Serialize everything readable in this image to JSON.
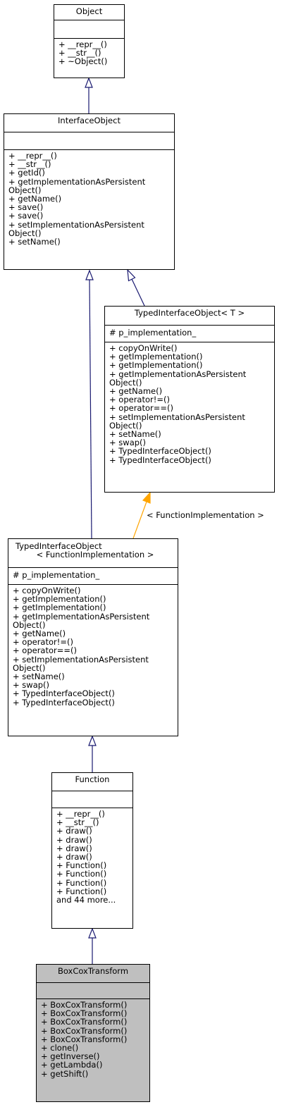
{
  "nodes": {
    "object": {
      "title": "Object",
      "attributes": [],
      "methods": [
        "+ __repr__()",
        "+ __str__()",
        "+ ~Object()"
      ]
    },
    "interface_object": {
      "title": "InterfaceObject",
      "attributes": [],
      "methods": [
        "+ __repr__()",
        "+ __str__()",
        "+ getId()",
        "+ getImplementationAsPersistent",
        "Object()",
        "+ getName()",
        "+ save()",
        "+ save()",
        "+ setImplementationAsPersistent",
        "Object()",
        "+ setName()"
      ]
    },
    "typed_interface_object_t": {
      "title": "TypedInterfaceObject< T >",
      "attributes": [
        "# p_implementation_"
      ],
      "methods": [
        "+ copyOnWrite()",
        "+ getImplementation()",
        "+ getImplementation()",
        "+ getImplementationAsPersistent",
        "Object()",
        "+ getName()",
        "+ operator!=()",
        "+ operator==()",
        "+ setImplementationAsPersistent",
        "Object()",
        "+ setName()",
        "+ swap()",
        "+ TypedInterfaceObject()",
        "+ TypedInterfaceObject()"
      ]
    },
    "typed_interface_object_fi": {
      "title_line1": "TypedInterfaceObject",
      "title_line2": "< FunctionImplementation >",
      "attributes": [
        "# p_implementation_"
      ],
      "methods": [
        "+ copyOnWrite()",
        "+ getImplementation()",
        "+ getImplementation()",
        "+ getImplementationAsPersistent",
        "Object()",
        "+ getName()",
        "+ operator!=()",
        "+ operator==()",
        "+ setImplementationAsPersistent",
        "Object()",
        "+ setName()",
        "+ swap()",
        "+ TypedInterfaceObject()",
        "+ TypedInterfaceObject()"
      ]
    },
    "function": {
      "title": "Function",
      "attributes": [],
      "methods": [
        "+ __repr__()",
        "+ __str__()",
        "+ draw()",
        "+ draw()",
        "+ draw()",
        "+ draw()",
        "+ Function()",
        "+ Function()",
        "+ Function()",
        "+ Function()",
        "and 44 more..."
      ]
    },
    "box_cox_transform": {
      "title": "BoxCoxTransform",
      "attributes": [],
      "methods": [
        "+ BoxCoxTransform()",
        "+ BoxCoxTransform()",
        "+ BoxCoxTransform()",
        "+ BoxCoxTransform()",
        "+ BoxCoxTransform()",
        "+ clone()",
        "+ getInverse()",
        "+ getLambda()",
        "+ getShift()"
      ]
    }
  },
  "edge_labels": {
    "template_arg": "< FunctionImplementation >"
  },
  "colors": {
    "inheritance_edge": "#191970",
    "template_edge": "#ffa500",
    "focus_fill": "#bfbfbf"
  }
}
